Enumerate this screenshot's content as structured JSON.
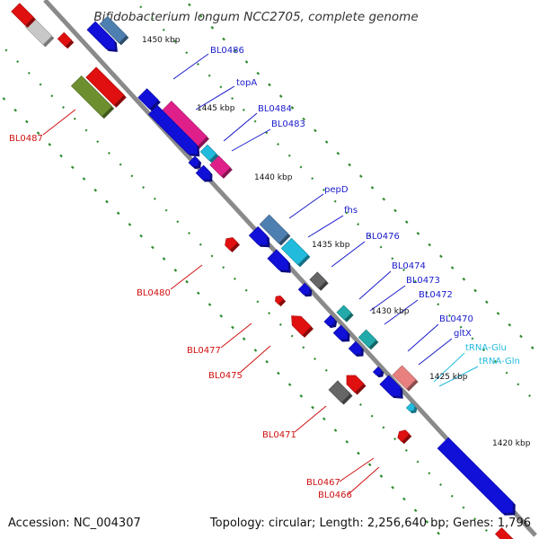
{
  "title": "Bifidobacterium longum NCC2705, complete genome",
  "footer": {
    "accession": "Accession: NC_004307",
    "topology": "Topology: circular; Length: 2,256,640 bp; Genes: 1,796"
  },
  "colors": {
    "backbone": "#8a8a8a",
    "tick": "#2e8b2e",
    "label_plus": "#1a1acc",
    "label_minus": "#d01010",
    "label_rna": "#22bbdd"
  },
  "scale_labels": [
    "1450 kbp",
    "1445 kbp",
    "1440 kbp",
    "1435 kbp",
    "1430 kbp",
    "1425 kbp",
    "1420 kbp"
  ],
  "gene_labels": {
    "BL0486": "BL0486",
    "topA": "topA",
    "BL0484": "BL0484",
    "BL0483": "BL0483",
    "pepD": "pepD",
    "fhs": "fhs",
    "BL0476": "BL0476",
    "BL0474": "BL0474",
    "BL0473": "BL0473",
    "BL0472": "BL0472",
    "BL0470": "BL0470",
    "gltX": "gltX",
    "tRNA_Glu": "tRNA-Glu",
    "tRNA_Gln": "tRNA-Gln",
    "BL0487": "BL0487",
    "BL0480": "BL0480",
    "BL0477": "BL0477",
    "BL0475": "BL0475",
    "BL0471": "BL0471",
    "BL0467": "BL0467",
    "BL0466": "BL0466"
  }
}
